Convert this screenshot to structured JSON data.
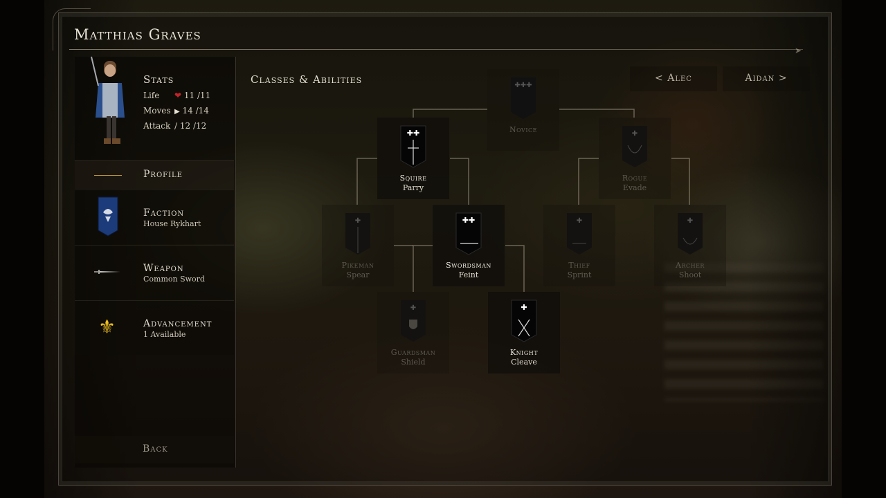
{
  "character": {
    "name": "Matthias Graves"
  },
  "stats": {
    "title": "Stats",
    "rows": [
      {
        "label": "Life",
        "icon": "heart-icon",
        "current": "11",
        "max": "11"
      },
      {
        "label": "Moves",
        "icon": "arrow-icon",
        "current": "14",
        "max": "14"
      },
      {
        "label": "Attack",
        "icon": "sword-icon",
        "current": "12",
        "max": "12"
      }
    ]
  },
  "menu": {
    "profile": {
      "title": "Profile"
    },
    "faction": {
      "title": "Faction",
      "sub": "House Rykhart",
      "icon": "faction-banner-icon"
    },
    "weapon": {
      "title": "Weapon",
      "sub": "Common Sword",
      "icon": "sword-icon"
    },
    "advancement": {
      "title": "Advancement",
      "sub": "1 Available",
      "icon": "fleur-de-lis-icon"
    },
    "back": "Back"
  },
  "classes": {
    "title": "Classes & Abilities",
    "prev": "< Alec",
    "next": "Aidan >",
    "nodes": [
      {
        "id": "novice",
        "name": "Novice",
        "ability": "",
        "state": "dim",
        "pips": 3
      },
      {
        "id": "squire",
        "name": "Squire",
        "ability": "Parry",
        "state": "active",
        "pips": 2
      },
      {
        "id": "rogue",
        "name": "Rogue",
        "ability": "Evade",
        "state": "dim",
        "pips": 1
      },
      {
        "id": "pikeman",
        "name": "Pikeman",
        "ability": "Spear",
        "state": "dim",
        "pips": 1
      },
      {
        "id": "swordsman",
        "name": "Swordsman",
        "ability": "Feint",
        "state": "active",
        "pips": 2
      },
      {
        "id": "thief",
        "name": "Thief",
        "ability": "Sprint",
        "state": "dim",
        "pips": 1
      },
      {
        "id": "archer",
        "name": "Archer",
        "ability": "Shoot",
        "state": "dim",
        "pips": 1
      },
      {
        "id": "guardsman",
        "name": "Guardsman",
        "ability": "Shield",
        "state": "dim",
        "pips": 1
      },
      {
        "id": "knight",
        "name": "Knight",
        "ability": "Cleave",
        "state": "active",
        "pips": 1
      }
    ]
  },
  "colors": {
    "heart": "#c0242a",
    "gold": "#f0c020",
    "faction_blue": "#1c3b7a"
  }
}
